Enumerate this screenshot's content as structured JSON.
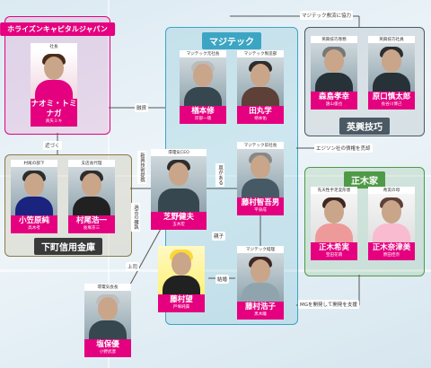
{
  "groups": {
    "horizon": {
      "title": "ホライズンキャピタルジャパン",
      "color": "#e4007f"
    },
    "magitech": {
      "title": "マジテック",
      "color": "#3da5c4"
    },
    "eishin": {
      "title": "英興技巧",
      "color": "#4a5963"
    },
    "masaki": {
      "title": "正木家",
      "color": "#4f9a47"
    },
    "shitamachi": {
      "title": "下町信用金庫",
      "color": "#3a3a3a"
    }
  },
  "people": {
    "naomi": {
      "role": "社長",
      "name": "ナオミ・トミナガ",
      "actor": "真矢ミキ"
    },
    "nukimoto": {
      "role": "マジテック元社長",
      "name": "楢本修",
      "actor": "岸部一徳"
    },
    "tamaru": {
      "role": "マジテック製造部",
      "name": "田丸学",
      "actor": "柄本佑"
    },
    "morishima": {
      "role": "英興技巧専務",
      "name": "森島孝幸",
      "actor": "遠山俊也"
    },
    "harako": {
      "role": "英興技巧社員",
      "name": "原口慎太郎",
      "actor": "長谷川博己"
    },
    "ogasawara": {
      "role": "村尾の部下",
      "name": "小笠原純",
      "actor": "高木考"
    },
    "murao": {
      "role": "支店長代理",
      "name": "村尾浩一",
      "actor": "長塚京三"
    },
    "shiba": {
      "role": "環電気CEO",
      "name": "芝野健夫",
      "actor": "玉木宏"
    },
    "fujimura": {
      "role": "マジテック前社長",
      "name": "藤村智吾男",
      "actor": "平泉成"
    },
    "masaki_kimi": {
      "role": "先天性手足変形患",
      "name": "正木希実",
      "actor": "宝田花萌"
    },
    "masaki_mother": {
      "role": "希実の母",
      "name": "正木奈津美",
      "actor": "原田佳奈"
    },
    "nozomu": {
      "role": "",
      "name": "藤村望",
      "actor": "戸塚純貴"
    },
    "hiroko": {
      "role": "マジテック経理",
      "name": "藤村浩子",
      "actor": "黒木瞳"
    },
    "tawara": {
      "role": "環電気会長",
      "name": "塩保優",
      "actor": "小野武彦"
    }
  },
  "relations": {
    "magitech_eishin": "マジテック救済に協力",
    "kanryo": "融資",
    "chikazuku": "近づく",
    "kako_fukuyu": "過去の確執",
    "sanninme": "新興技術提携",
    "on_aru": "恩がある",
    "ejison": "エジソン社の債権を売却",
    "oyako": "親子",
    "joushi": "上司",
    "kekkon": "結婚",
    "mg_support": "MGを開発して開発を支援"
  }
}
